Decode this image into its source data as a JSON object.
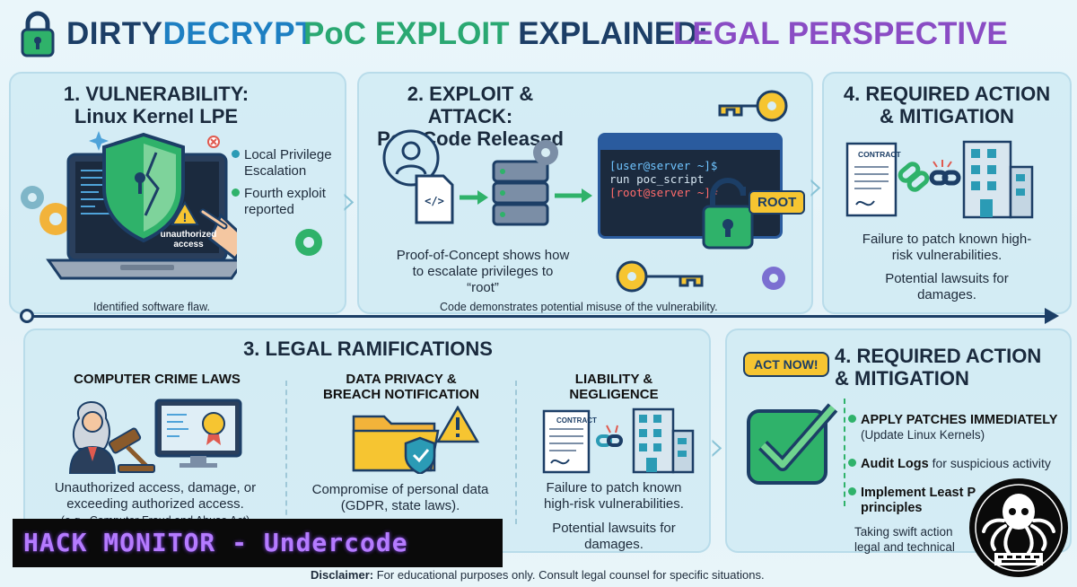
{
  "header": {
    "brand_dark": "DIRTY",
    "brand_blue": "DECRYPT",
    "poc": "PoC EXPLOIT",
    "explained": " EXPLAINED:",
    "legal": "LEGAL PERSPECTIVE"
  },
  "step1": {
    "title_line1": "1. VULNERABILITY:",
    "title_line2": "Linux Kernel LPE",
    "bullet1_line1": "Local Privilege",
    "bullet1_line2": "Escalation",
    "bullet2_line1": "Fourth exploit",
    "bullet2_line2": "reported",
    "screen_text_line1": "unauthorized",
    "screen_text_line2": "access",
    "caption": "Identified software flaw."
  },
  "step2": {
    "title_line1": "2. EXPLOIT & ATTACK:",
    "title_line2": "PoC Code Released",
    "terminal_line1": "[user@server ~]$",
    "terminal_line2": "run poc_script",
    "terminal_line3": "[root@server ~]#",
    "root_badge": "ROOT",
    "desc_line1": "Proof-of-Concept shows how",
    "desc_line2": "to escalate privileges to",
    "desc_line3": "“root”",
    "caption": "Code demonstrates potential misuse of the vulnerability."
  },
  "step3_top": {
    "title_line1": "4. REQUIRED ACTION",
    "title_line2": "& MITIGATION",
    "contract_label": "CONTRACT",
    "desc_line1": "Failure to patch known high-",
    "desc_line2": "risk vulnerabilities.",
    "desc2_line1": "Potential lawsuits for",
    "desc2_line2": "damages."
  },
  "legal": {
    "title": "3. LEGAL RAMIFICATIONS",
    "col1_title": "COMPUTER CRIME LAWS",
    "col1_line1": "Unauthorized access, damage, or",
    "col1_line2": "exceeding authorized access.",
    "col1_line3": "(e.g., Computer Fraud and Abuse Act)",
    "col2_title_line1": "DATA PRIVACY &",
    "col2_title_line2": "BREACH NOTIFICATION",
    "col2_line1": "Compromise of personal data",
    "col2_line2": "(GDPR, state laws).",
    "col3_title_line1": "LIABILITY &",
    "col3_title_line2": "NEGLIGENCE",
    "col3_contract": "CONTRACT",
    "col3_line1": "Failure to patch known",
    "col3_line2": "high-risk vulnerabilities.",
    "col3_line3": "Potential lawsuits for",
    "col3_line4": "damages."
  },
  "action": {
    "badge": "ACT NOW!",
    "title_line1": "4. REQUIRED ACTION",
    "title_line2": "& MITIGATION",
    "item1_bold": "APPLY PATCHES IMMEDIATELY",
    "item1_sub": "(Update Linux Kernels)",
    "item2_bold": "Audit Logs",
    "item2_rest": " for suspicious activity",
    "item3_bold_line1": "Implement Least P",
    "item3_bold_line2": "principles",
    "footer_line1": "Taking swift action",
    "footer_line2": "legal and technical"
  },
  "overlay": {
    "banner": "HACK MONITOR - Undercode"
  },
  "disclaimer": {
    "label": "Disclaimer:",
    "text": " For educational purposes only. Consult legal counsel for specific situations."
  },
  "colors": {
    "navy": "#1c3e66",
    "blue": "#1d7fc2",
    "green": "#2aa872",
    "purple": "#8a4cc4",
    "yellow": "#f6c531",
    "teal_dot": "#2b9bb5",
    "green_dot": "#2fb26a"
  }
}
